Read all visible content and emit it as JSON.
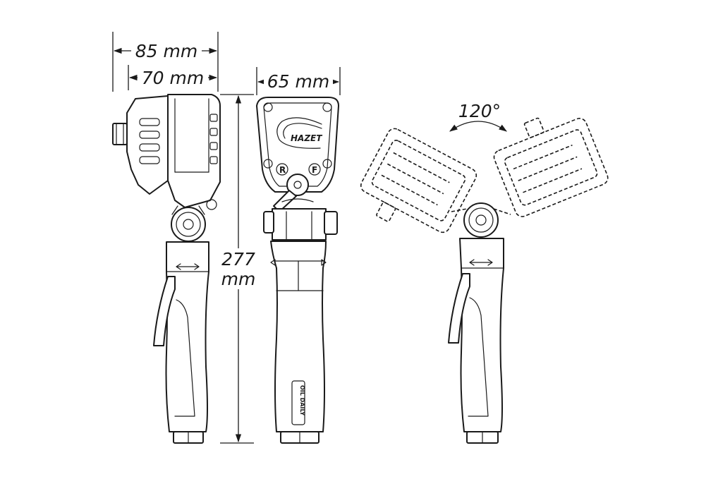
{
  "dimensions": {
    "overall_width": "85 mm",
    "head_width": "70 mm",
    "front_width": "65 mm",
    "height_value": "277",
    "height_unit": "mm",
    "rotation_angle": "120°"
  },
  "labels": {
    "brand": "HAZET",
    "reverse": "R",
    "forward": "F",
    "oil_notice": "OIL DAILY"
  }
}
